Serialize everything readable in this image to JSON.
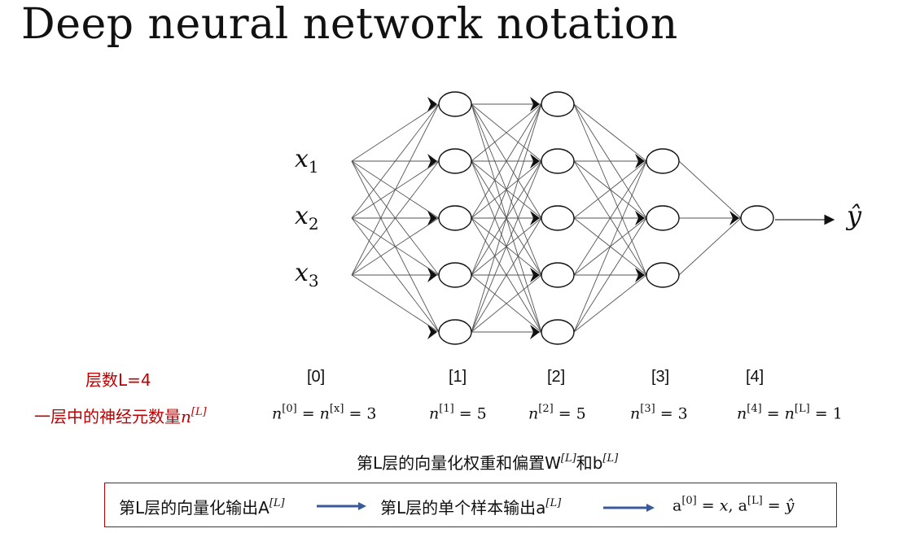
{
  "title": "Deep neural network notation",
  "inputs": {
    "x1": {
      "base": "x",
      "sub": "1"
    },
    "x2": {
      "base": "x",
      "sub": "2"
    },
    "x3": {
      "base": "x",
      "sub": "3"
    }
  },
  "output_label": "ŷ",
  "network": {
    "layer_sizes": [
      5,
      5,
      3,
      1
    ],
    "edge_color": "#555555",
    "node_stroke": "#111111"
  },
  "layer_count_label": "层数L=4",
  "layer_indices": [
    "[0]",
    "[1]",
    "[2]",
    "[3]",
    "[4]"
  ],
  "units_label": {
    "text": "一层中的神经元数量",
    "var": "n",
    "sup": "[L]"
  },
  "units_equations": {
    "l0": {
      "a": "n",
      "a_sup": "[0]",
      "b": "n",
      "b_sup": "[x]",
      "val": " = 3"
    },
    "l1": {
      "a": "n",
      "a_sup": "[1]",
      "val": " = 5"
    },
    "l2": {
      "a": "n",
      "a_sup": "[2]",
      "val": " = 5"
    },
    "l3": {
      "a": "n",
      "a_sup": "[3]",
      "val": " = 3"
    },
    "l4": {
      "a": "n",
      "a_sup": "[4]",
      "b": "n",
      "b_sup": "[L]",
      "val": " = 1"
    }
  },
  "weights_label": {
    "pre": "第L层的向量化权重和偏置W",
    "w_sup": "[L]",
    "mid": "和b",
    "b_sup": "[L]"
  },
  "box": {
    "item1": {
      "text": "第L层的向量化输出A",
      "sup": "[L]"
    },
    "item2": {
      "text": "第L层的单个样本输出a",
      "sup": "[L]"
    },
    "item3": {
      "a0": "a",
      "a0_sup": "[0]",
      "eq1": " = ",
      "x": "x",
      "comma": ", ",
      "aL": "a",
      "aL_sup": "[L]",
      "eq2": " = ",
      "yhat": "ŷ"
    }
  },
  "colors": {
    "accent_red": "#c00000",
    "arrow_blue": "#3a5a9a"
  }
}
